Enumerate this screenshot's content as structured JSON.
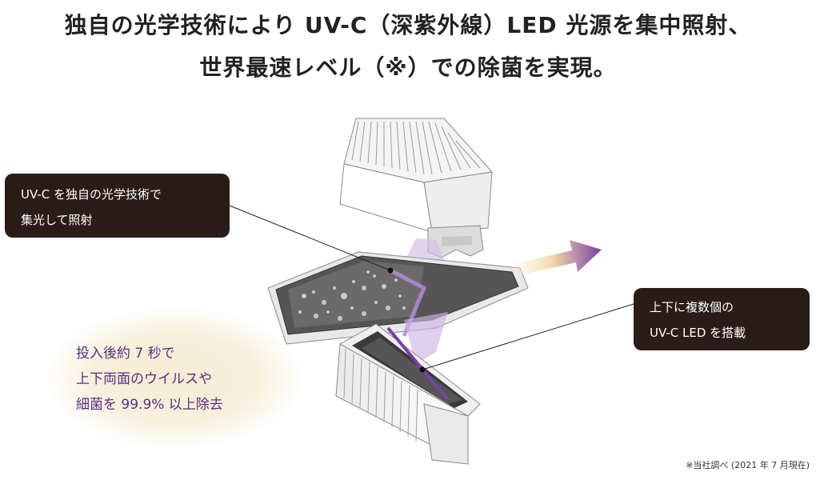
{
  "headline": {
    "line1": "独自の光学技術により UV-C（深紫外線）LED 光源を集中照射、",
    "line2": "世界最速レベル（※）での除菌を実現。"
  },
  "callout_left": {
    "line1": "UV-C を独自の光学技術で",
    "line2": "集光して照射"
  },
  "callout_right": {
    "line1": "上下に複数個の",
    "line2": "UV-C LED を搭載"
  },
  "highlight": {
    "line1": "投入後約 7 秒で",
    "line2": "上下両面のウイルスや",
    "line3": "細菌を 99.9% 以上除去"
  },
  "footnote": "※当社調べ (2021 年 7 月現在)",
  "colors": {
    "accent_purple": "#5b2d86",
    "uv_light": "#8e4fc0",
    "callout_bg": "#2a1c19",
    "glow": "#f5ecd3",
    "arrow_start": "#f3e3b3",
    "arrow_end": "#7a3fa8"
  }
}
